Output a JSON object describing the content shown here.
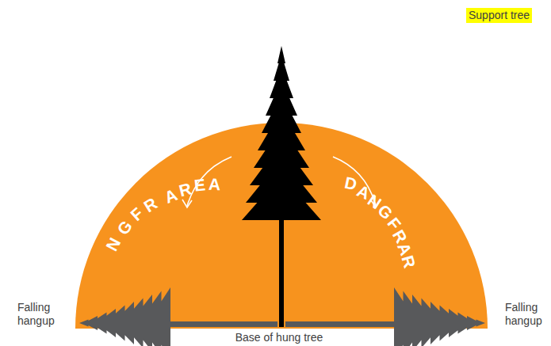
{
  "diagram": {
    "labels": [
      "Support tree",
      "NGFR AREA",
      "DANGFR AR",
      "Falling hangup",
      "Falling hangup",
      "Base of hung tree"
    ]
  }
}
